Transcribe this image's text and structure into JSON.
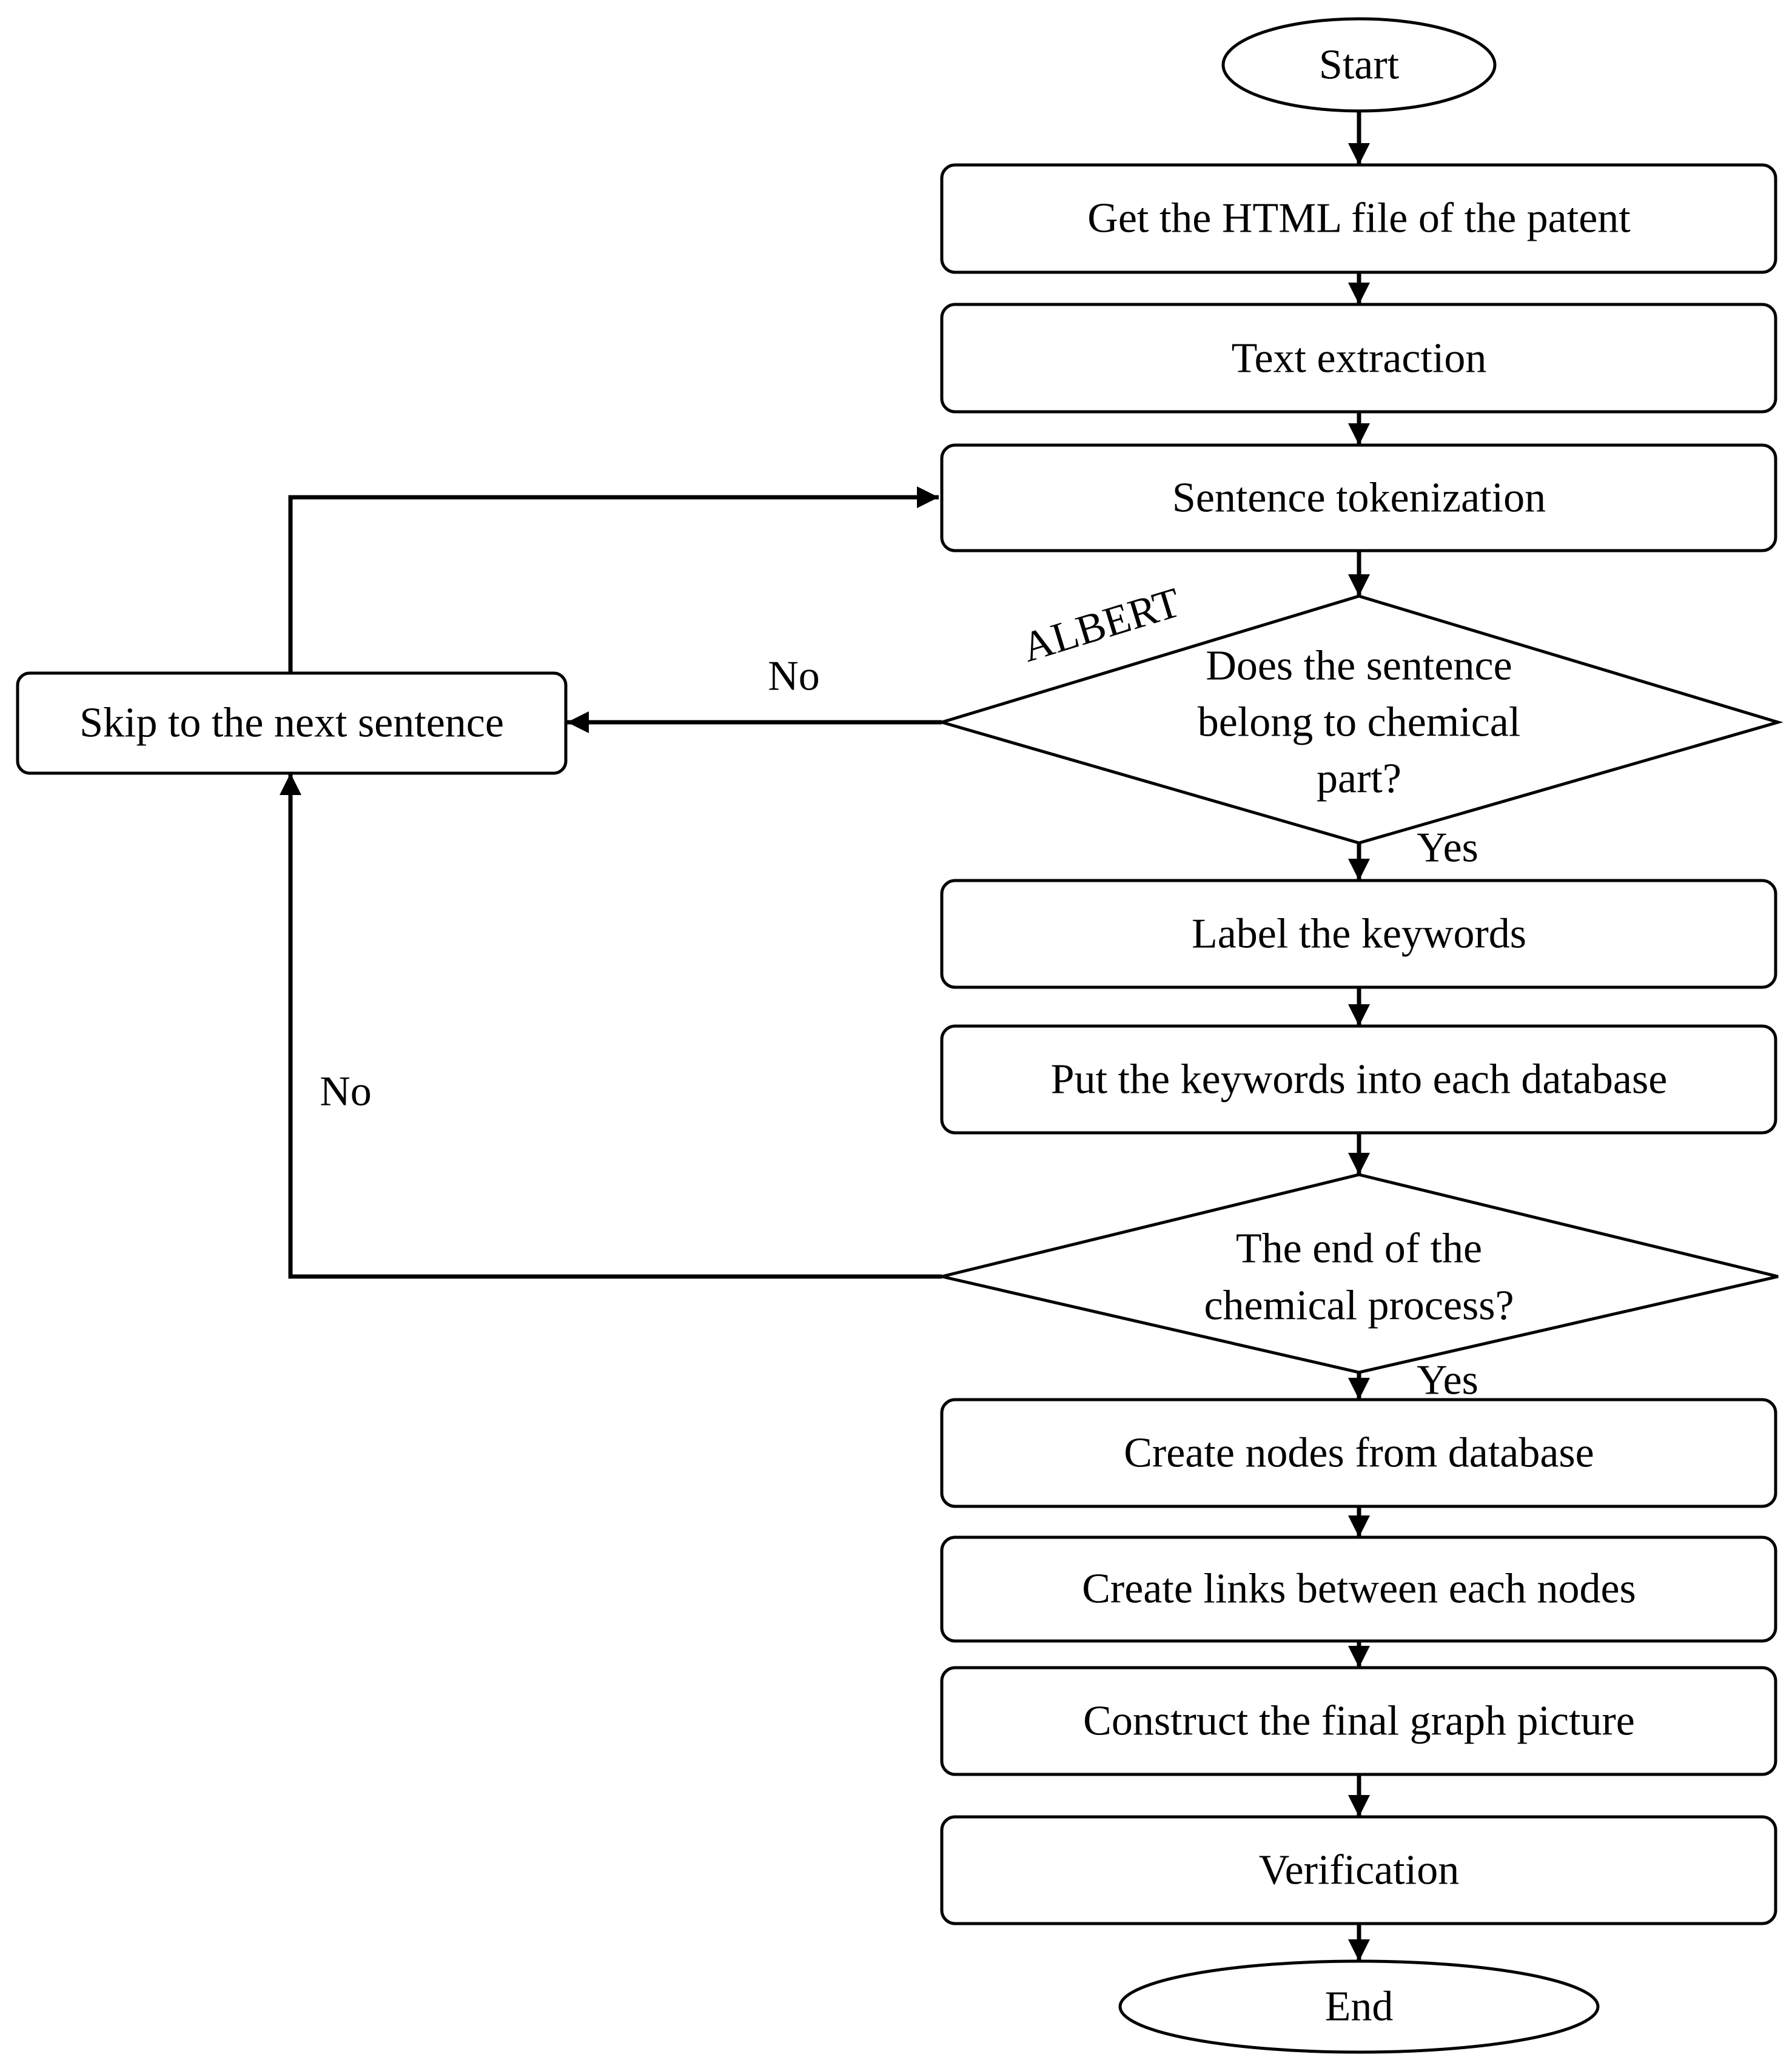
{
  "flowchart": {
    "nodes": {
      "start": "Start",
      "get_html": "Get the HTML file of the patent",
      "text_extraction": "Text extraction",
      "sentence_tokenization": "Sentence tokenization",
      "decision_chemical_part": [
        "Does the sentence",
        "belong to chemical",
        "part?"
      ],
      "skip_sentence": "Skip to the next sentence",
      "label_keywords": "Label the keywords",
      "put_keywords": "Put the keywords into each database",
      "decision_end_process": [
        "The end of the",
        "chemical process?"
      ],
      "create_nodes": "Create nodes from database",
      "create_links": "Create links between each nodes",
      "construct_graph": "Construct the final graph picture",
      "verification": "Verification",
      "end": "End"
    },
    "edge_labels": {
      "chemical_no": "No",
      "chemical_yes": "Yes",
      "end_process_no": "No",
      "end_process_yes": "Yes"
    },
    "annotation": "ALBERT"
  }
}
